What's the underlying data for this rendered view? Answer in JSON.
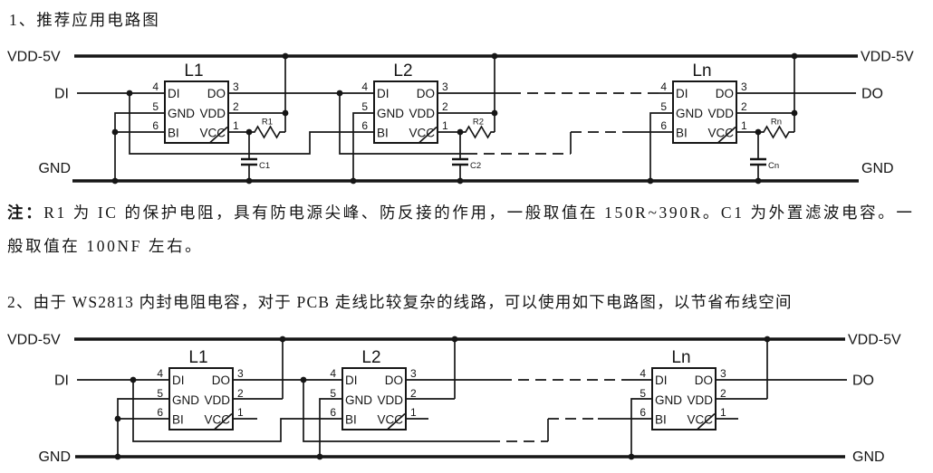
{
  "document": {
    "section1_heading": "1、推荐应用电路图",
    "note_prefix": "注：",
    "note_line1": "R1 为 IC 的保护电阻，具有防电源尖峰、防反接的作用，一般取值在 150R~390R。C1 为外置滤波电容。一",
    "note_line2": "般取值在 100NF 左右。",
    "section2_heading": "2、由于 WS2813 内封电阻电容，对于 PCB 走线比较复杂的线路，可以使用如下电路图，以节省布线空间"
  },
  "circuit1": {
    "rail_labels": {
      "vdd_left": "VDD-5V",
      "vdd_right": "VDD-5V",
      "gnd_left": "GND",
      "gnd_right": "GND",
      "di": "DI",
      "do": "DO"
    },
    "pins_left": [
      {
        "num": "4",
        "name": "DI"
      },
      {
        "num": "5",
        "name": "GND"
      },
      {
        "num": "6",
        "name": "BI"
      }
    ],
    "pins_right": [
      {
        "num": "3",
        "name": "DO"
      },
      {
        "num": "2",
        "name": "VDD"
      },
      {
        "num": "1",
        "name": "VCC"
      }
    ],
    "ics": [
      {
        "name": "L1",
        "resistor": "R1",
        "capacitor": "C1"
      },
      {
        "name": "L2",
        "resistor": "R2",
        "capacitor": "C2"
      },
      {
        "name": "Ln",
        "resistor": "Rn",
        "capacitor": "Cn"
      }
    ]
  },
  "circuit2": {
    "rail_labels": {
      "vdd_left": "VDD-5V",
      "vdd_right": "VDD-5V",
      "gnd_left": "GND",
      "gnd_right": "GND",
      "di": "DI",
      "do": "DO"
    },
    "pins_left": [
      {
        "num": "4",
        "name": "DI"
      },
      {
        "num": "5",
        "name": "GND"
      },
      {
        "num": "6",
        "name": "BI"
      }
    ],
    "pins_right": [
      {
        "num": "3",
        "name": "DO"
      },
      {
        "num": "2",
        "name": "VDD"
      },
      {
        "num": "1",
        "name": "VCC"
      }
    ],
    "ics": [
      {
        "name": "L1"
      },
      {
        "name": "L2"
      },
      {
        "name": "Ln"
      }
    ]
  },
  "colors": {
    "ink": "#161616",
    "background": "#ffffff"
  }
}
